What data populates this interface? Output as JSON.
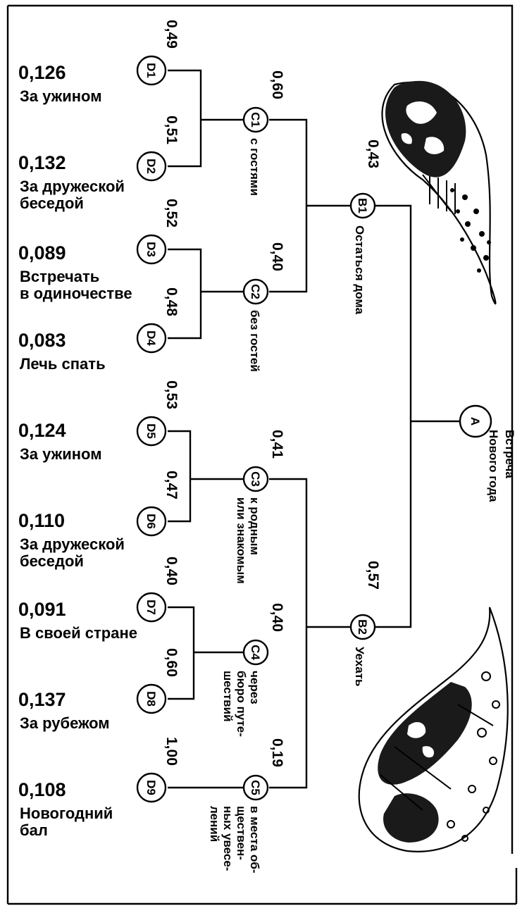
{
  "root": {
    "id": "A",
    "label": [
      "Встреча",
      "Нового года"
    ]
  },
  "branches": [
    {
      "id": "B1",
      "prob": "0,43",
      "label": "Остаться дома"
    },
    {
      "id": "B2",
      "prob": "0,57",
      "label": "Уехать"
    }
  ],
  "options": [
    {
      "id": "C1",
      "prob": "0,60",
      "label": [
        "с гостями"
      ]
    },
    {
      "id": "C2",
      "prob": "0,40",
      "label": [
        "без гостей"
      ]
    },
    {
      "id": "C3",
      "prob": "0,41",
      "label": [
        "к родным",
        "или знакомым"
      ]
    },
    {
      "id": "C4",
      "prob": "0,40",
      "label": [
        "через",
        "бюро путе-",
        "шествий"
      ]
    },
    {
      "id": "C5",
      "prob": "0,19",
      "label": [
        "в места об-",
        "ществен-",
        "ных увесе-",
        "лений"
      ]
    }
  ],
  "outcomes": [
    {
      "id": "D1",
      "prob": "0,49",
      "value": "0,126",
      "label": [
        "За ужином"
      ]
    },
    {
      "id": "D2",
      "prob": "0,51",
      "value": "0,132",
      "label": [
        "За дружеской",
        "беседой"
      ]
    },
    {
      "id": "D3",
      "prob": "0,52",
      "value": "0,089",
      "label": [
        "Встречать",
        "в одиночестве"
      ]
    },
    {
      "id": "D4",
      "prob": "0,48",
      "value": "0,083",
      "label": [
        "Лечь спать"
      ]
    },
    {
      "id": "D5",
      "prob": "0,53",
      "value": "0,124",
      "label": [
        "За ужином"
      ]
    },
    {
      "id": "D6",
      "prob": "0,47",
      "value": "0,110",
      "label": [
        "За дружеской",
        "беседой"
      ]
    },
    {
      "id": "D7",
      "prob": "0,40",
      "value": "0,091",
      "label": [
        "В своей стране"
      ]
    },
    {
      "id": "D8",
      "prob": "0,60",
      "value": "0,137",
      "label": [
        "За рубежом"
      ]
    },
    {
      "id": "D9",
      "prob": "1,00",
      "value": "0,108",
      "label": [
        "Новогодний",
        "бал"
      ]
    }
  ]
}
